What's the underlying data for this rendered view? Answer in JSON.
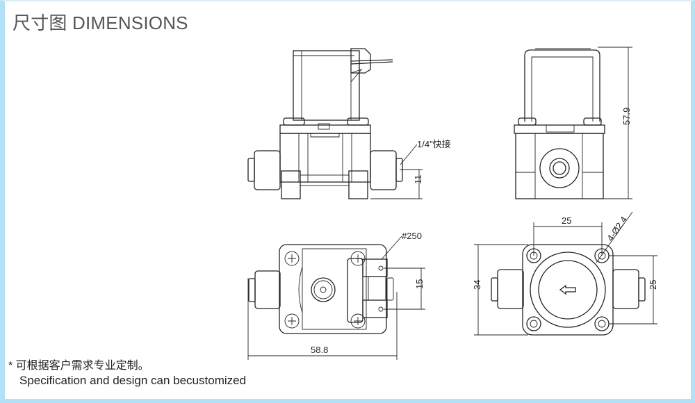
{
  "header": {
    "title": "尺寸图 DIMENSIONS"
  },
  "views": {
    "front": {
      "callout": "1/4\"快接",
      "dim_height": "11"
    },
    "side": {
      "dim_height": "57.9"
    },
    "top": {
      "callout": "#250",
      "dim_terminal": "15",
      "dim_width": "58.8"
    },
    "bottom": {
      "dim_hole_spacing": "25",
      "hole_spec": "4-Ø2.4",
      "dim_body_height": "34",
      "dim_hole_vertical": "25"
    }
  },
  "footer": {
    "note_cn": "* 可根据客户需求专业定制。",
    "note_en": "Specification and design can becustomized"
  },
  "colors": {
    "frame": "#b3e1f7",
    "line": "#222222",
    "title": "#555555"
  }
}
